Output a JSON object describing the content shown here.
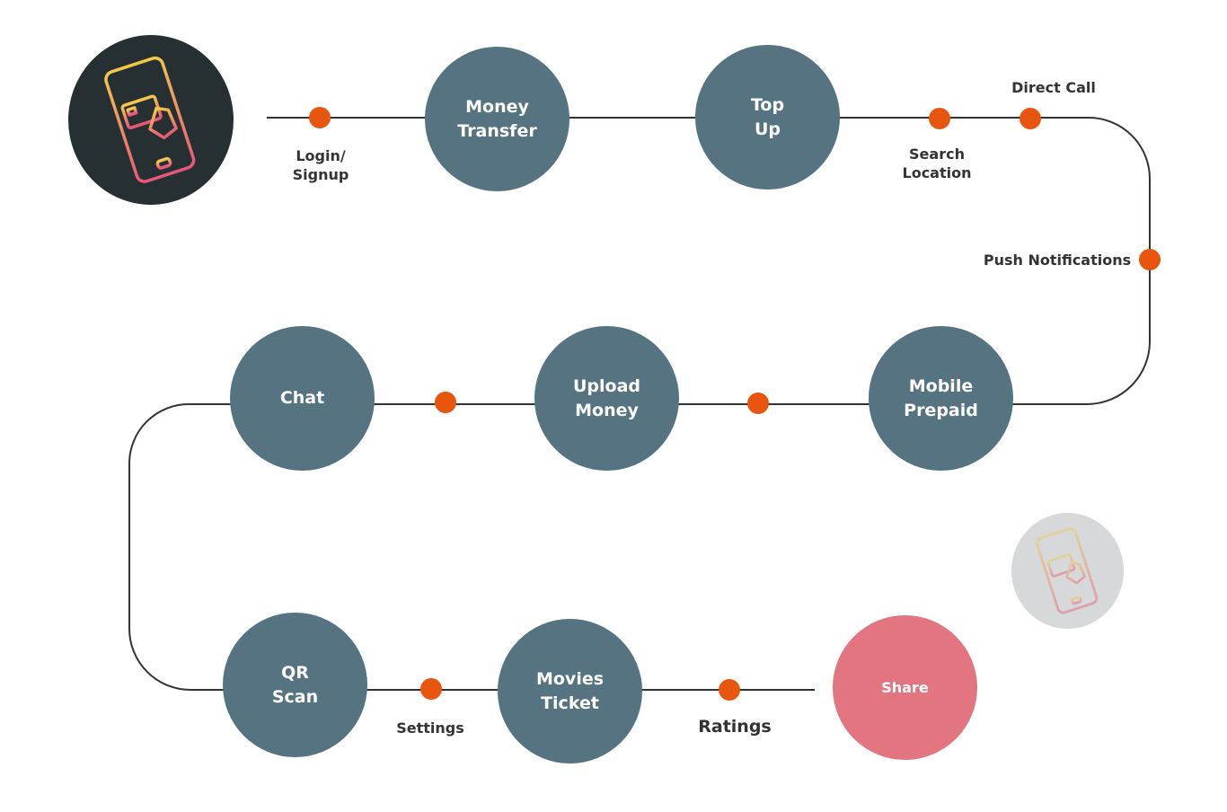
{
  "nodes": {
    "money_transfer": [
      "Money",
      "Transfer"
    ],
    "top_up": [
      "Top",
      "Up"
    ],
    "mobile_prepaid": [
      "Mobile",
      "Prepaid"
    ],
    "upload_money": [
      "Upload",
      "Money"
    ],
    "chat": [
      "Chat"
    ],
    "qr_scan": [
      "QR",
      "Scan"
    ],
    "movies_ticket": [
      "Movies",
      "Ticket"
    ],
    "share": [
      "Share"
    ]
  },
  "labels": {
    "login_signup": [
      "Login/",
      "Signup"
    ],
    "search_location": [
      "Search",
      "Location"
    ],
    "direct_call": "Direct Call",
    "push_notifications": "Push Notifications",
    "settings": "Settings",
    "ratings": "Ratings"
  },
  "icons": {
    "main_logo": "mobile-payment-icon",
    "faded_logo": "mobile-payment-icon"
  },
  "colors": {
    "node": "#557380",
    "share_node": "#e37580",
    "milestone_dot": "#e8550f",
    "logo_background": "#263033",
    "logo_gradient_top": "#f2c84b",
    "logo_gradient_bottom": "#e8577a",
    "faded_logo_background": "#d6d8d9"
  }
}
